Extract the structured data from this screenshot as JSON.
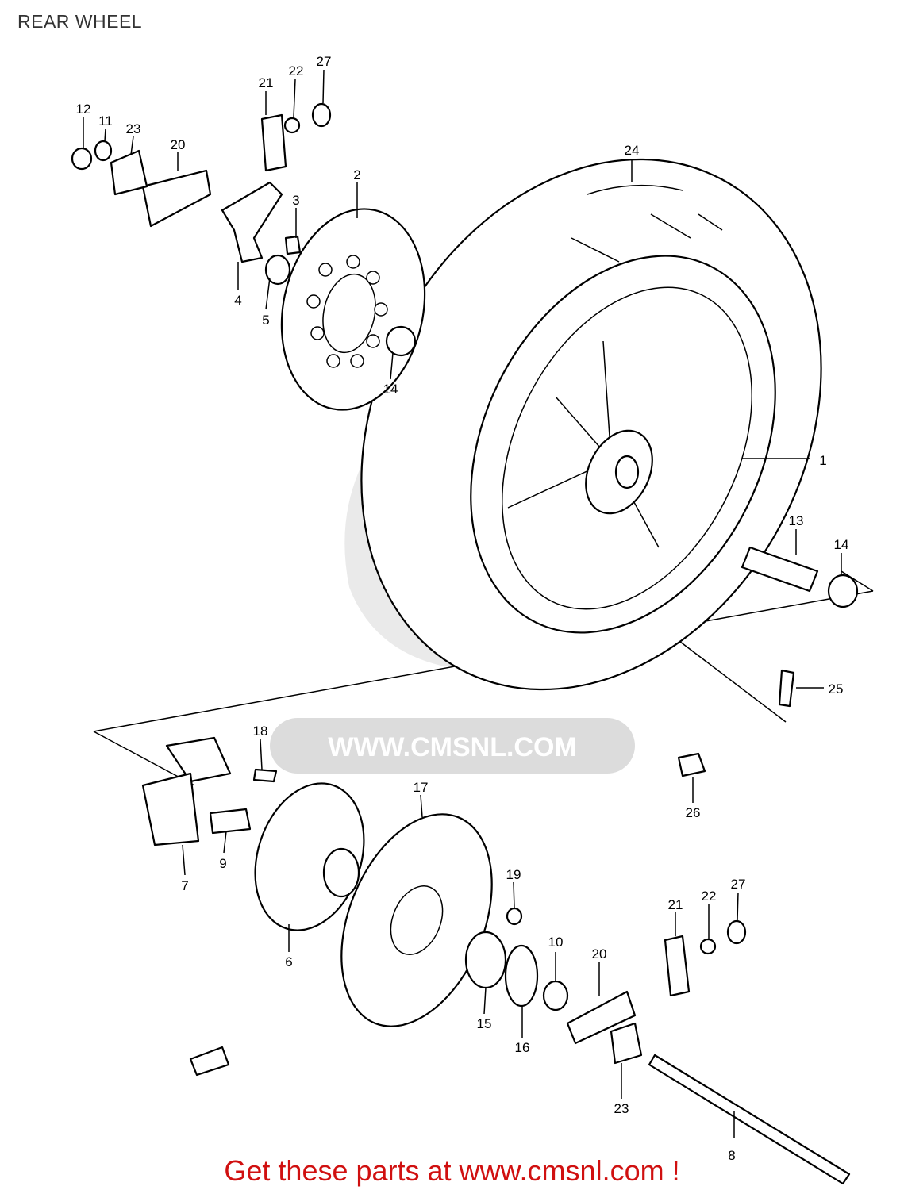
{
  "title": "REAR WHEEL",
  "watermark": {
    "url": "WWW.CMSNL.COM",
    "color": "#d9d9d9"
  },
  "footer": {
    "text": "Get these parts at www.cmsnl.com !",
    "color": "#d01010"
  },
  "callouts": [
    "1",
    "2",
    "3",
    "4",
    "5",
    "6",
    "7",
    "8",
    "9",
    "10",
    "11",
    "12",
    "13",
    "14",
    "15",
    "16",
    "17",
    "18",
    "19",
    "20",
    "21",
    "22",
    "23",
    "24",
    "25",
    "26",
    "27"
  ],
  "labels": {
    "l1": "1",
    "l2": "2",
    "l3": "3",
    "l4": "4",
    "l5": "5",
    "l6": "6",
    "l7": "7",
    "l8": "8",
    "l9": "9",
    "l10": "10",
    "l11": "11",
    "l12": "12",
    "l13": "13",
    "l14a": "14",
    "l14b": "14",
    "l15": "15",
    "l16": "16",
    "l17": "17",
    "l18": "18",
    "l19": "19",
    "l20a": "20",
    "l20b": "20",
    "l21a": "21",
    "l21b": "21",
    "l22a": "22",
    "l22b": "22",
    "l23a": "23",
    "l23b": "23",
    "l24": "24",
    "l25": "25",
    "l26": "26",
    "l27a": "27",
    "l27b": "27"
  }
}
